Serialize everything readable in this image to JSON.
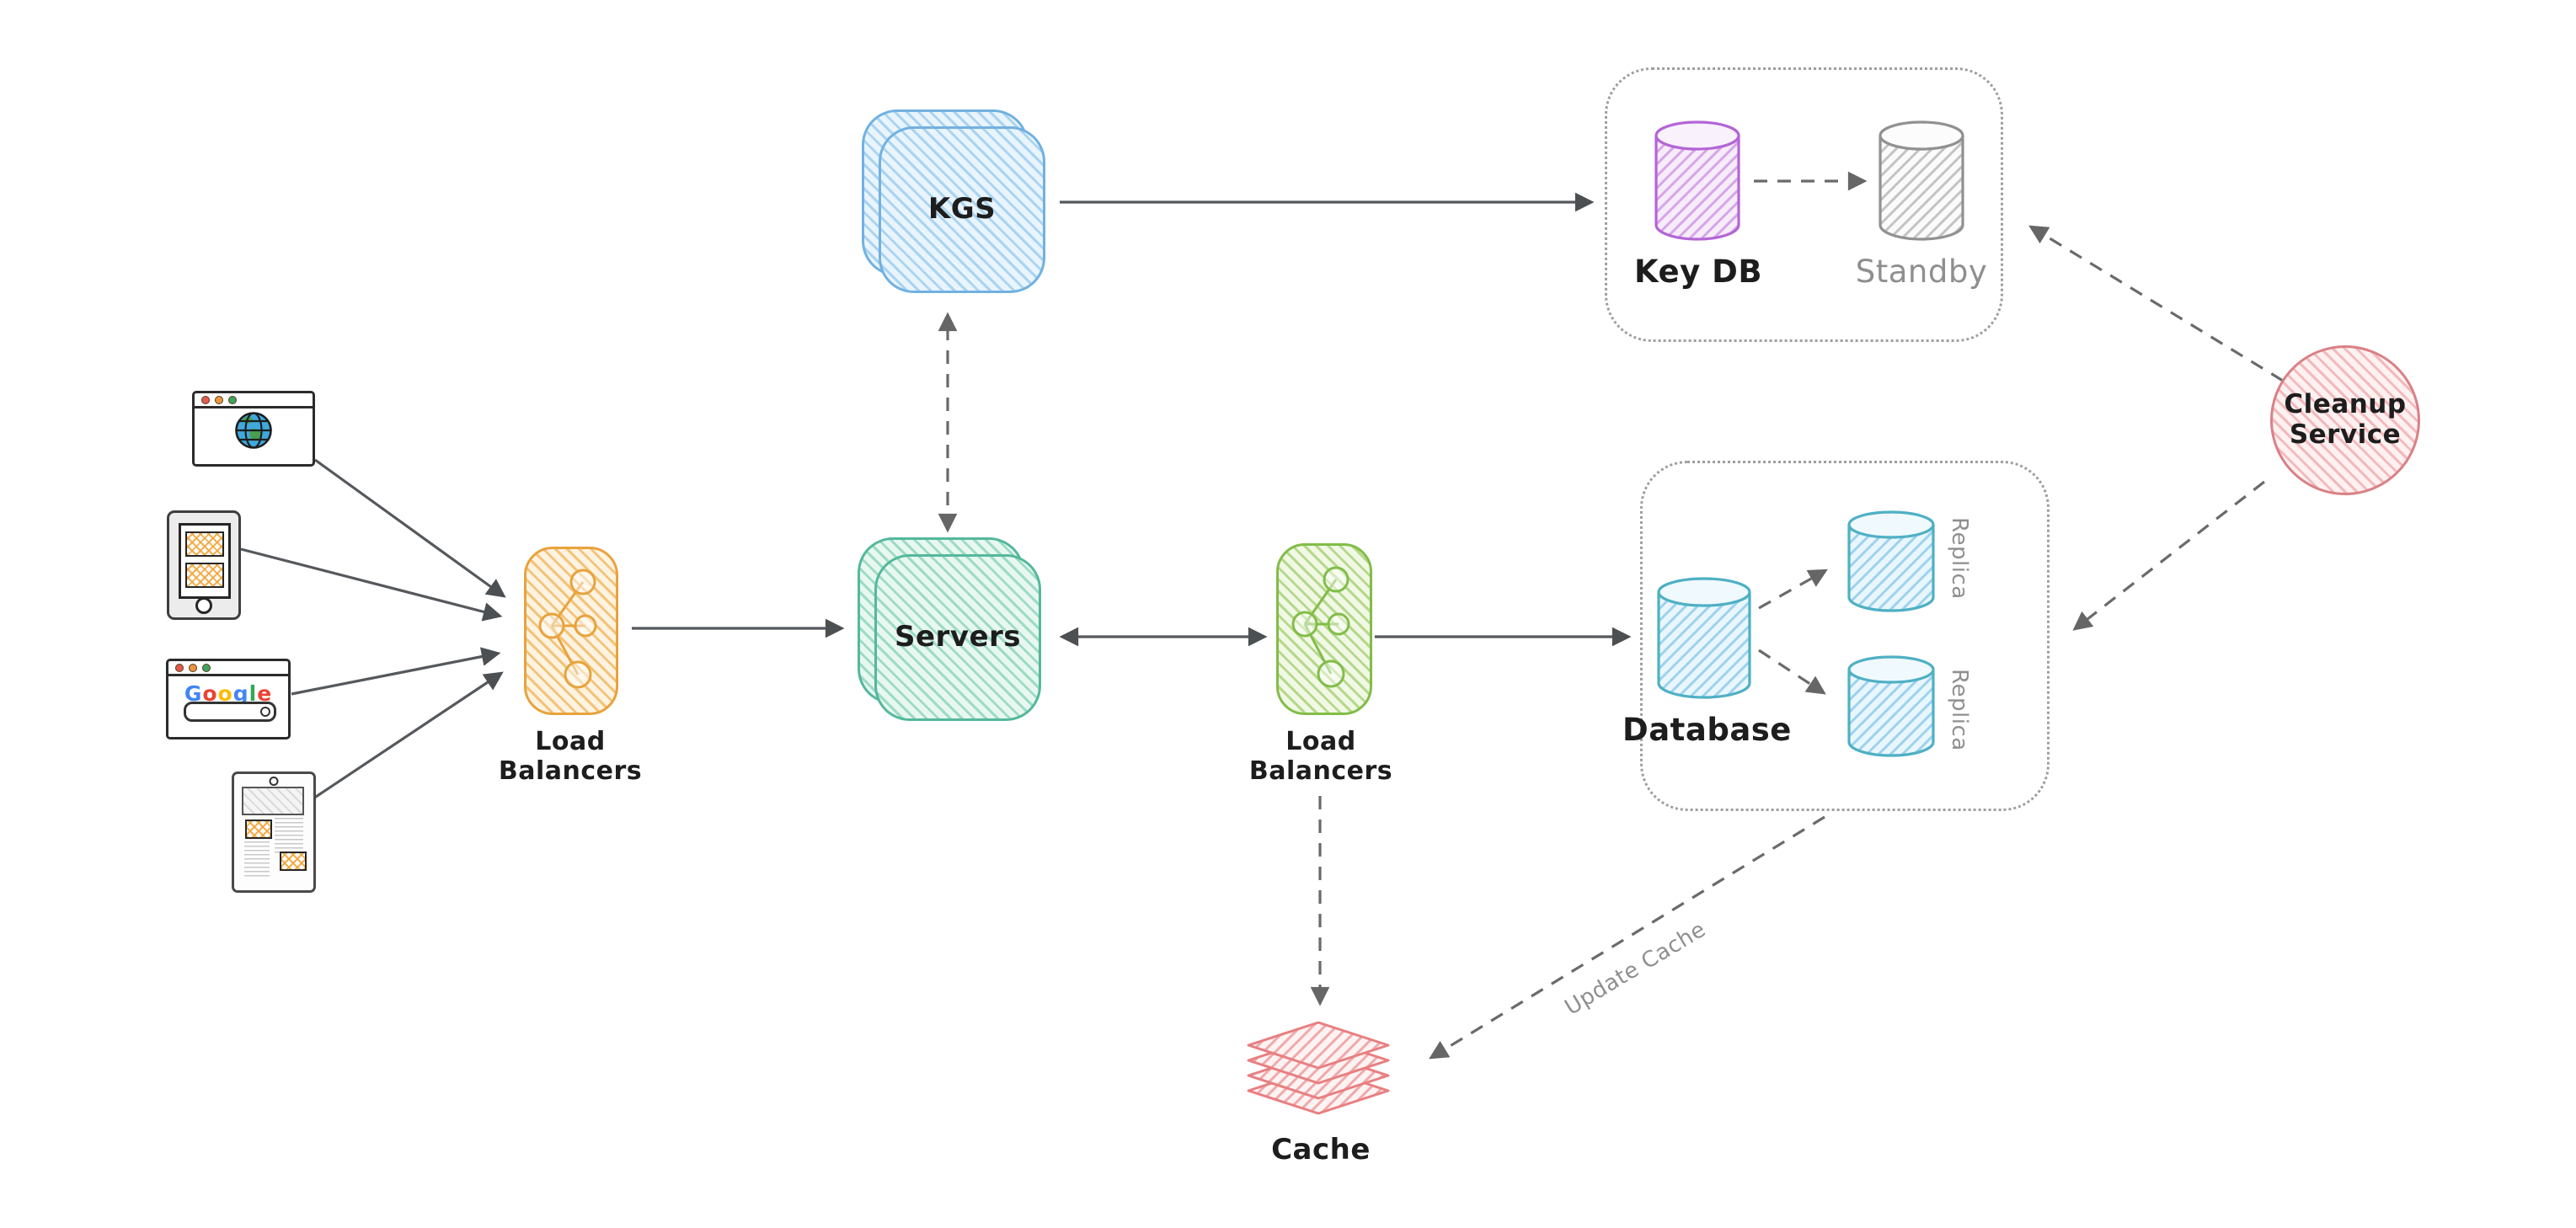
{
  "nodes": {
    "kgs": {
      "label": "KGS"
    },
    "servers": {
      "label": "Servers"
    },
    "lb_left": {
      "label": "Load\nBalancers"
    },
    "lb_right": {
      "label": "Load\nBalancers"
    },
    "key_db": {
      "label": "Key DB"
    },
    "standby": {
      "label": "Standby"
    },
    "database": {
      "label": "Database"
    },
    "replica_top": {
      "label": "Replica"
    },
    "replica_bottom": {
      "label": "Replica"
    },
    "cache": {
      "label": "Cache"
    },
    "cleanup_service": {
      "label": "Cleanup\nService"
    }
  },
  "edges": {
    "update_cache_label": "Update Cache"
  },
  "clients": {
    "search_logo": "Google"
  },
  "colors": {
    "kgs_blue": "#72b1e0",
    "servers_teal": "#54b89c",
    "lb_orange": "#e8a33d",
    "lb_green": "#82bd48",
    "key_db_purple": "#b465d6",
    "standby_gray": "#919191",
    "database_teal": "#4fb0c4",
    "cache_red": "#e87f81",
    "cleanup_red": "#d98186",
    "arrow_gray": "#55585c",
    "group_border_gray": "#9e9e9e",
    "label_black": "#1d1d1d",
    "label_gray": "#8f8f8f"
  }
}
